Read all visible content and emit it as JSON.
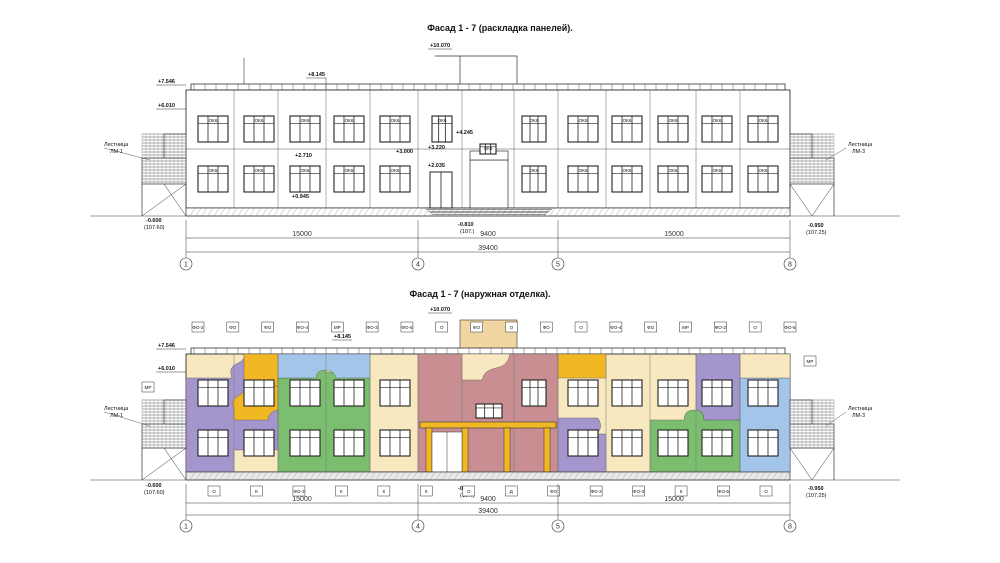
{
  "colors": {
    "line": "#333333",
    "wall": "#ffffff",
    "violet": "#a496cc",
    "orange": "#f2b824",
    "green": "#7bbe6f",
    "blue": "#a3c5e9",
    "cream": "#f7e8bf",
    "rose": "#c88e92",
    "peach": "#f2d6a2",
    "window": "#ffffff"
  },
  "facade_top": {
    "title": "Фасад 1 - 7  (раскладка панелей).",
    "elevations": {
      "roof_peak": "+10.070",
      "parapet": "+7.546",
      "roof": "+8.145",
      "floor2_top": "+6.010",
      "canopy_top": "+4.245",
      "floor2": "+3.220",
      "floor2_left": "+3.000",
      "window_top": "+2.710",
      "entry_top": "+2.035",
      "window_sill": "+0.945",
      "ground_left": "-0.600",
      "ground_left_abs": "(107.60)",
      "ground_mid": "-0.810",
      "ground_mid_abs": "(107.)",
      "ground_right": "-0.950",
      "ground_right_abs": "(107.25)"
    },
    "stairs": {
      "left_label": "Лестница",
      "left_code": "ЛМ-1",
      "right_label": "Лестница",
      "right_code": "ЛМ-3"
    },
    "window_tag": "ОК6",
    "dimensions": {
      "left": "15000",
      "middle": "9400",
      "right": "15000",
      "total": "39400"
    },
    "axes": [
      "1",
      "4",
      "5",
      "8"
    ]
  },
  "facade_bottom": {
    "title": "Фасад 1 - 7 (наружная отделка).",
    "elevations": {
      "roof_peak": "+10.070",
      "parapet": "+7.546",
      "roof": "+8.145",
      "floor2_top": "+6.010",
      "ground_left": "-0.600",
      "ground_left_abs": "(107.60)",
      "ground_mid": "-0.810",
      "ground_mid_abs": "(107.)",
      "ground_right": "-0.950",
      "ground_right_abs": "(107.25)"
    },
    "stairs": {
      "left_label": "Лестница",
      "left_code": "ЛМ-1",
      "right_label": "Лестница",
      "right_code": "ЛМ-3"
    },
    "finish_tags_top": [
      "ФО-2",
      "ФО",
      "ФО",
      "ФО-4",
      "МР",
      "ФО-3",
      "ФО-5",
      "О",
      "ФО",
      "О",
      "ФО",
      "О",
      "ФО-4",
      "ФО",
      "МР",
      "ФО-2",
      "О",
      "ФО-5"
    ],
    "finish_tags_bottom": [
      "О",
      "К",
      "ФО-3",
      "К",
      "К",
      "К",
      "О",
      "Д",
      "ФО",
      "ФО-2",
      "ФО-3",
      "К",
      "ФО-5",
      "О"
    ],
    "side_tags": {
      "left": "МР",
      "right": "МР"
    },
    "dimensions": {
      "left": "15000",
      "middle": "9400",
      "right": "15000",
      "total": "39400"
    },
    "axes": [
      "1",
      "4",
      "5",
      "8"
    ]
  }
}
